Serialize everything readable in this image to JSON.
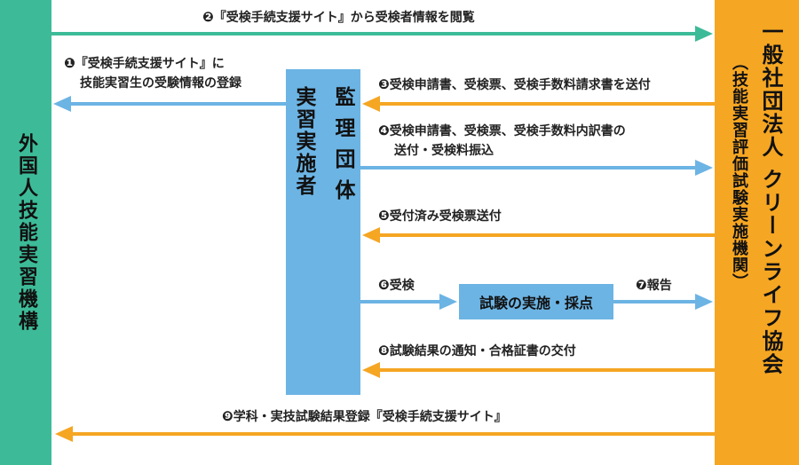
{
  "left_box": {
    "label": "外国人技能実習機構"
  },
  "right_box": {
    "label": "一般社団法人 クリーンライフ協会",
    "sublabel": "（技能実習評価試験実施機関）"
  },
  "middle_box": {
    "label": "監理団体",
    "sublabel": "実習実施者"
  },
  "center_box": {
    "label": "試験の実施・採点"
  },
  "steps": [
    {
      "num": "❶",
      "line1": "『受検手続支援サイト』に",
      "line2": "技能実習生の受験情報の登録"
    },
    {
      "num": "❷",
      "line1": "『受検手続支援サイト』から受検者情報を閲覧"
    },
    {
      "num": "❸",
      "line1": "受検申請書、受検票、受検手数料請求書を送付"
    },
    {
      "num": "❹",
      "line1": "受検申請書、受検票、受検手数料内訳書の",
      "line2": "送付・受検料振込"
    },
    {
      "num": "❺",
      "line1": "受付済み受検票送付"
    },
    {
      "num": "❻",
      "line1": "受検"
    },
    {
      "num": "❼",
      "line1": "報告"
    },
    {
      "num": "❽",
      "line1": "試験結果の通知・合格証書の交付"
    },
    {
      "num": "❾",
      "line1": "学科・実技試験結果登録『受検手続支援サイト』"
    }
  ],
  "colors": {
    "green": "#3dbb98",
    "orange": "#f5a623",
    "blue": "#6cb4e4",
    "text": "#222222"
  }
}
